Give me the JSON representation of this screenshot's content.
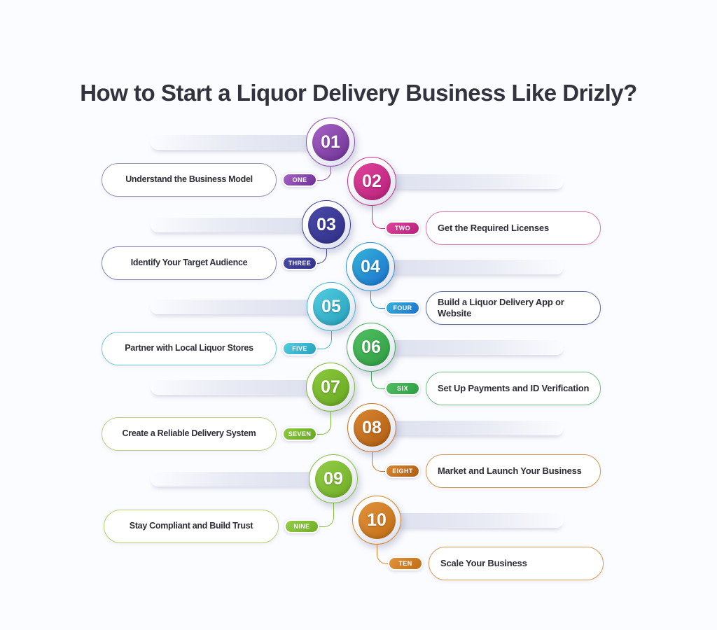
{
  "title": "How to Start a Liquor Delivery Business Like Drizly?",
  "steps": [
    {
      "num": "01",
      "word": "ONE",
      "label": "Understand the Business Model",
      "colors": {
        "main": "#8a4bab",
        "light": "#a863c6",
        "dark": "#6d3194",
        "box_border": "#9a90b4"
      }
    },
    {
      "num": "02",
      "word": "TWO",
      "label": "Get the Required Licenses",
      "colors": {
        "main": "#cb2d87",
        "light": "#e0449c",
        "dark": "#b72079",
        "box_border": "#d87aa8"
      }
    },
    {
      "num": "03",
      "word": "THREE",
      "label": "Identify Your Target Audience",
      "colors": {
        "main": "#3d3d96",
        "light": "#4a4aa8",
        "dark": "#30308a",
        "box_border": "#8585b4"
      }
    },
    {
      "num": "04",
      "word": "FOUR",
      "label": "Build a Liquor Delivery App or Website",
      "colors": {
        "main": "#2592d2",
        "light": "#35b4d8",
        "dark": "#1c6fce",
        "box_border": "#5f6d9e"
      }
    },
    {
      "num": "05",
      "word": "FIVE",
      "label": "Partner with Local Liquor Stores",
      "colors": {
        "main": "#35b9d0",
        "light": "#54cde2",
        "dark": "#25a0ba",
        "box_border": "#72c8d6"
      }
    },
    {
      "num": "06",
      "word": "SIX",
      "label": "Set Up Payments and ID Verification",
      "colors": {
        "main": "#3fae54",
        "light": "#52bf63",
        "dark": "#2e9c41",
        "box_border": "#74bd84"
      }
    },
    {
      "num": "07",
      "word": "SEVEN",
      "label": "Create a Reliable Delivery System",
      "colors": {
        "main": "#7cb82f",
        "light": "#8cc93f",
        "dark": "#66a81e",
        "box_border": "#bcd07f"
      }
    },
    {
      "num": "08",
      "word": "EIGHT",
      "label": "Market and Launch Your Business",
      "colors": {
        "main": "#c9731f",
        "light": "#d88732",
        "dark": "#b05c10",
        "box_border": "#d3964f"
      }
    },
    {
      "num": "09",
      "word": "NINE",
      "label": "Stay Compliant and Build Trust",
      "colors": {
        "main": "#7fc03a",
        "light": "#93cc4a",
        "dark": "#6fae24",
        "box_border": "#b5d06c"
      }
    },
    {
      "num": "10",
      "word": "TEN",
      "label": "Scale Your Business",
      "colors": {
        "main": "#d5821f",
        "light": "#e2933c",
        "dark": "#c06d14",
        "box_border": "#d99a55"
      }
    }
  ]
}
